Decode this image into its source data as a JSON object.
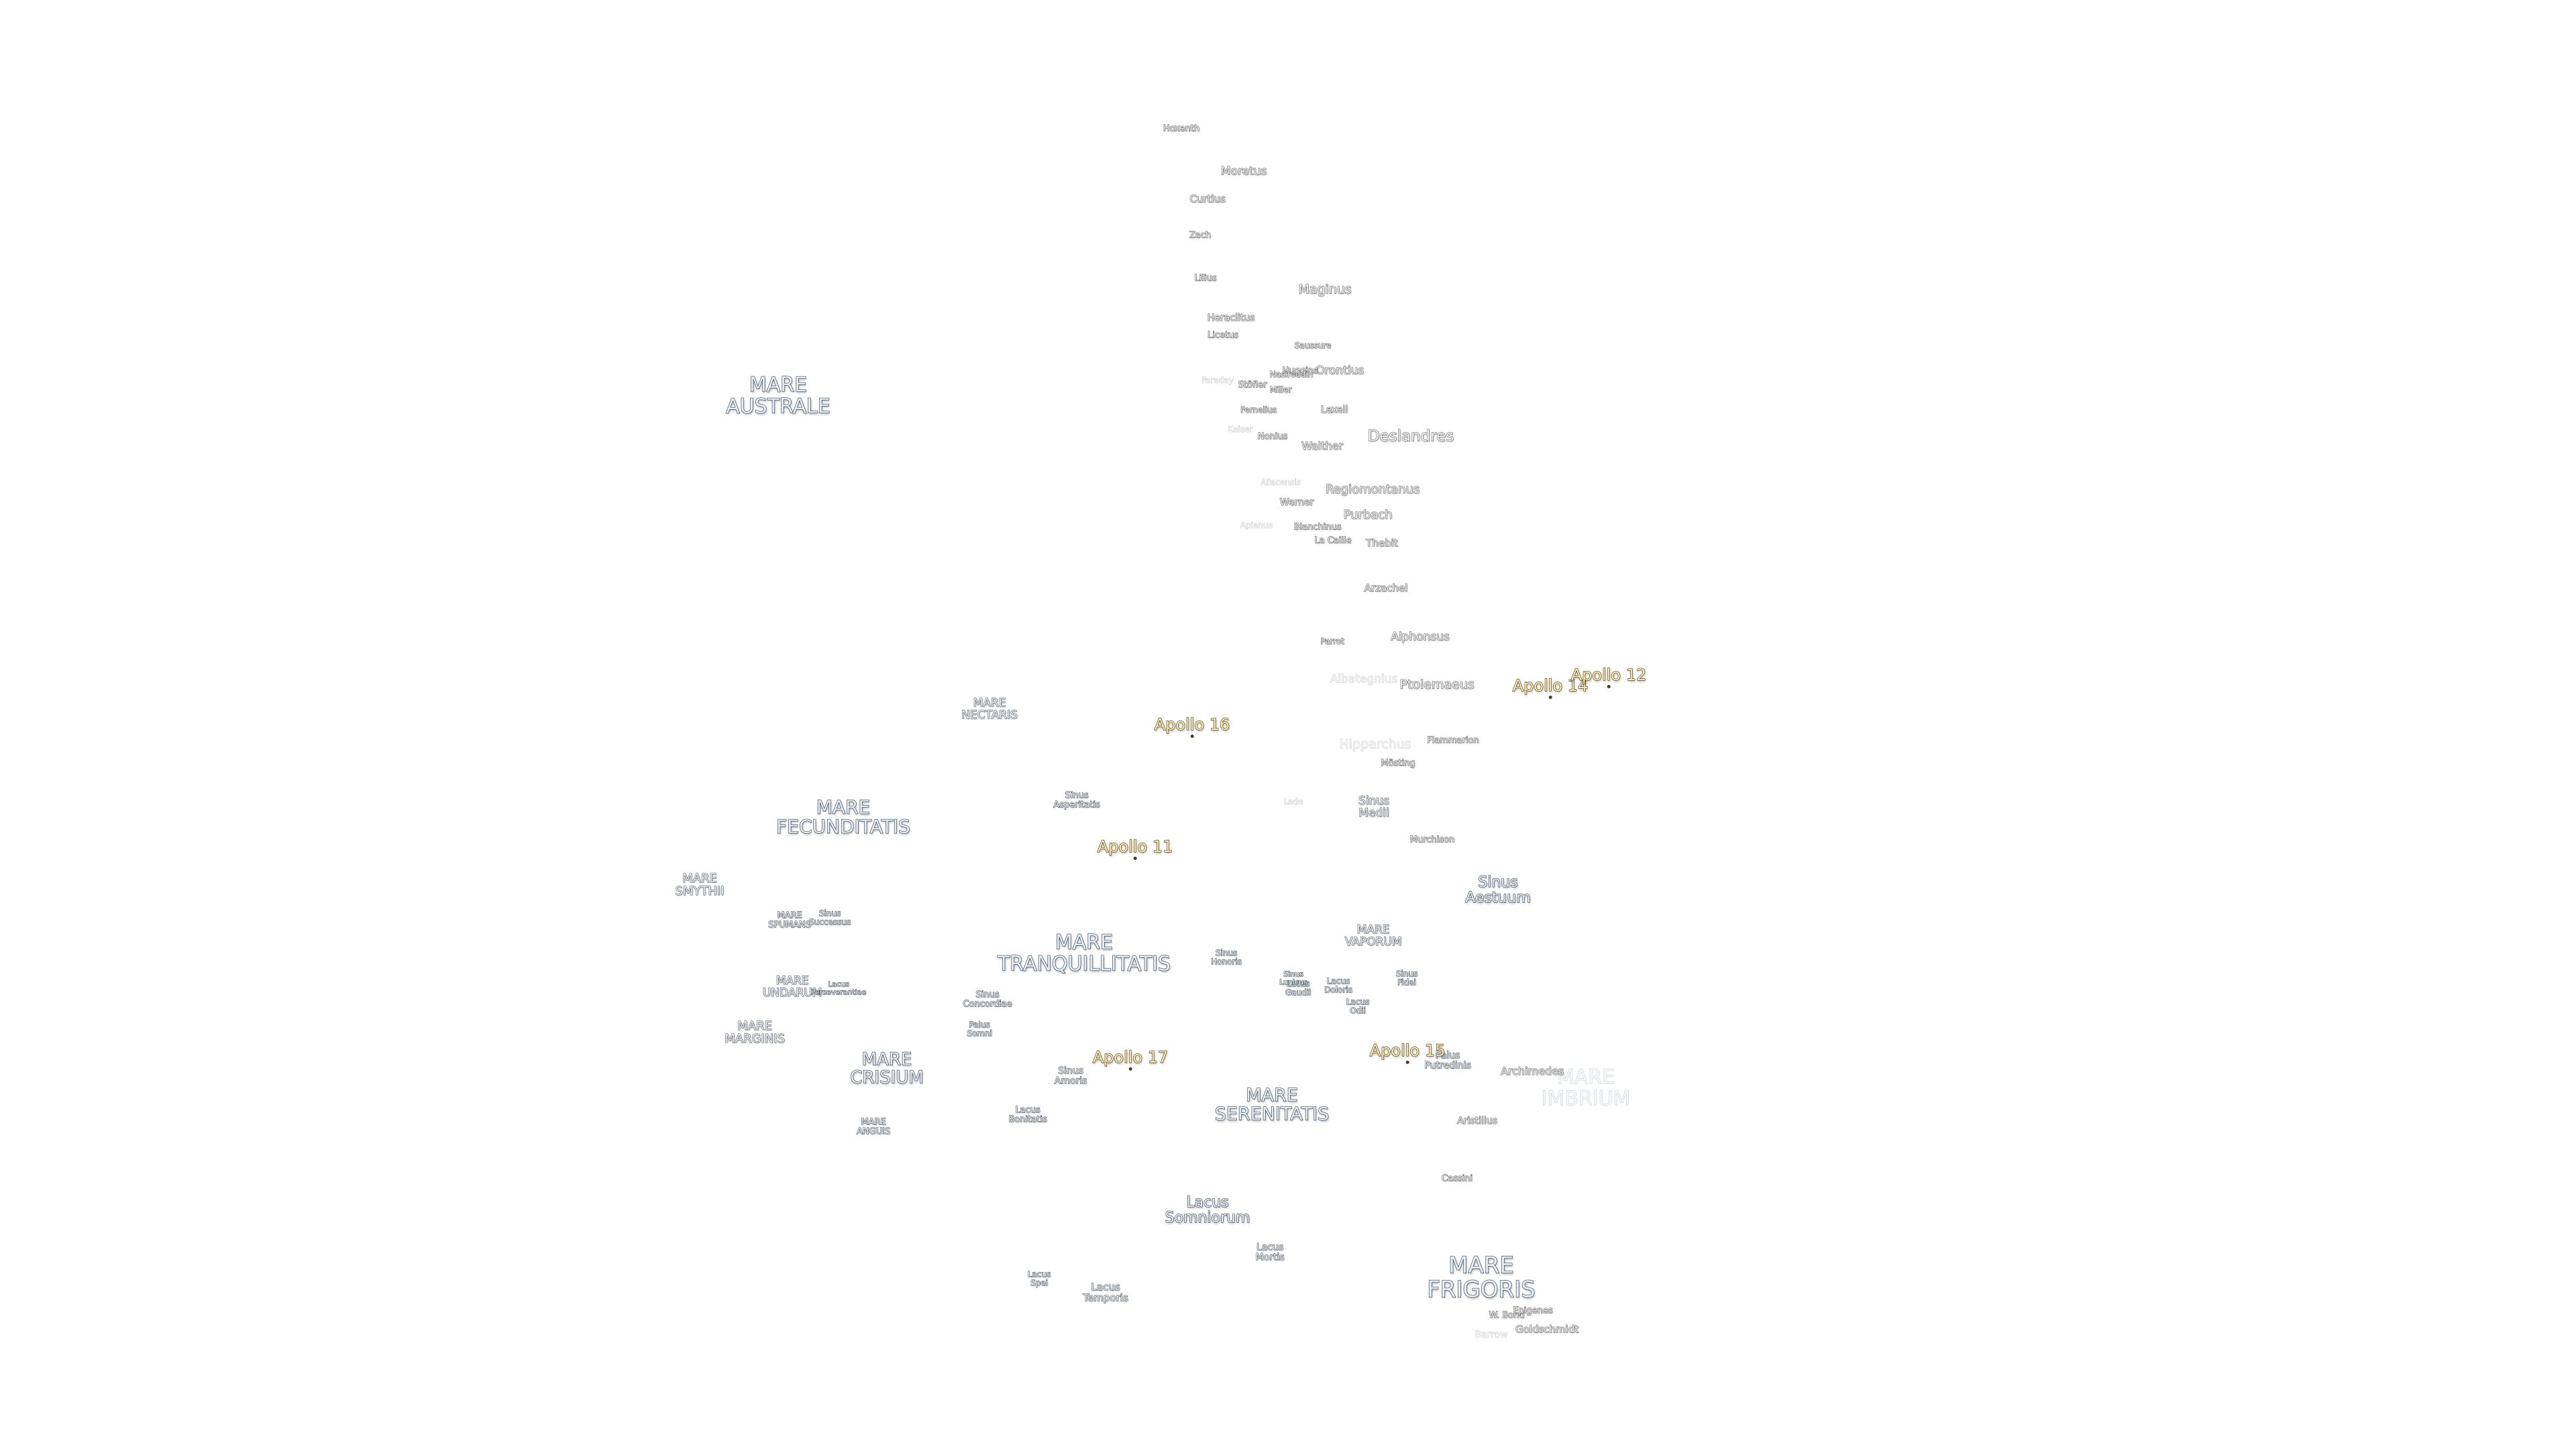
{
  "labels": [
    {
      "text": "MARE\nAUSTRALE",
      "kind": "mare"
    },
    {
      "text": "MARE\nNECTARIS",
      "kind": "small"
    },
    {
      "text": "MARE\nFECUNDITATIS",
      "kind": "mare"
    },
    {
      "text": "MARE\nSMYTHII",
      "kind": "small"
    },
    {
      "text": "MARE\nSPUMANS",
      "kind": "small"
    },
    {
      "text": "Sinus\nSuccessus",
      "kind": "small"
    },
    {
      "text": "MARE\nUNDARUM",
      "kind": "small"
    },
    {
      "text": "Lacus\nPerseverantiae",
      "kind": "small"
    },
    {
      "text": "MARE\nMARGINIS",
      "kind": "small"
    },
    {
      "text": "MARE\nCRISIUM",
      "kind": "mare"
    },
    {
      "text": "MARE\nANGUIS",
      "kind": "small"
    },
    {
      "text": "MARE\nTRANQUILLITATIS",
      "kind": "mare"
    },
    {
      "text": "Sinus\nAsperitatis",
      "kind": "small"
    },
    {
      "text": "Sinus\nConcordiae",
      "kind": "small"
    },
    {
      "text": "Palus\nSomni",
      "kind": "small"
    },
    {
      "text": "Sinus\nAmoris",
      "kind": "small"
    },
    {
      "text": "Lacus\nBonitatis",
      "kind": "small"
    },
    {
      "text": "MARE\nSERENITATIS",
      "kind": "mare"
    },
    {
      "text": "Sinus\nHonoris",
      "kind": "small"
    },
    {
      "text": "Lacus\nMortis",
      "kind": "small"
    },
    {
      "text": "Lacus\nSomniorum",
      "kind": "mare"
    },
    {
      "text": "Lacus\nSpei",
      "kind": "small"
    },
    {
      "text": "Lacus\nTemporis",
      "kind": "small"
    },
    {
      "text": "MARE\nVAPORUM",
      "kind": "small"
    },
    {
      "text": "Sinus\nMedii",
      "kind": "small"
    },
    {
      "text": "Sinus\nAestuum",
      "kind": "mare"
    },
    {
      "text": "Lacus\nDoloris",
      "kind": "small"
    },
    {
      "text": "Sinus\nFidei",
      "kind": "small"
    },
    {
      "text": "Lacus\nOdii",
      "kind": "small"
    },
    {
      "text": "Lacus\nGaudii",
      "kind": "small"
    },
    {
      "text": "Palus\nPutredinis",
      "kind": "small"
    },
    {
      "text": "Sinus\nLunicus",
      "kind": "small"
    },
    {
      "text": "MARE\nIMBRIUM",
      "kind": "mare-faded"
    },
    {
      "text": "MARE\nFRIGORIS",
      "kind": "mare"
    },
    {
      "text": "Apollo 16",
      "kind": "apollo"
    },
    {
      "text": "Apollo 11",
      "kind": "apollo"
    },
    {
      "text": "Apollo 17",
      "kind": "apollo"
    },
    {
      "text": "Apollo 15",
      "kind": "apollo"
    },
    {
      "text": "Apollo 14",
      "kind": "apollo"
    },
    {
      "text": "Apollo 12",
      "kind": "apollo"
    },
    {
      "text": "Hoxenth",
      "kind": "crater"
    },
    {
      "text": "Moretus",
      "kind": "crater"
    },
    {
      "text": "Curtius",
      "kind": "crater"
    },
    {
      "text": "Zach",
      "kind": "crater"
    },
    {
      "text": "Lilius",
      "kind": "crater"
    },
    {
      "text": "Heraclitus",
      "kind": "crater"
    },
    {
      "text": "Licetus",
      "kind": "crater"
    },
    {
      "text": "Maginus",
      "kind": "crater"
    },
    {
      "text": "Saussure",
      "kind": "crater"
    },
    {
      "text": "Orontius",
      "kind": "crater"
    },
    {
      "text": "Huggins",
      "kind": "crater"
    },
    {
      "text": "Nasireddin",
      "kind": "crater"
    },
    {
      "text": "Stöfler",
      "kind": "crater"
    },
    {
      "text": "Miller",
      "kind": "crater"
    },
    {
      "text": "Faraday",
      "kind": "crater-faded"
    },
    {
      "text": "Fernelius",
      "kind": "crater"
    },
    {
      "text": "Lexell",
      "kind": "crater"
    },
    {
      "text": "Deslandres",
      "kind": "crater"
    },
    {
      "text": "Walther",
      "kind": "crater"
    },
    {
      "text": "Nonius",
      "kind": "crater"
    },
    {
      "text": "Kaiser",
      "kind": "crater-faded"
    },
    {
      "text": "Aliacensis",
      "kind": "crater-faded"
    },
    {
      "text": "Regiomontanus",
      "kind": "crater"
    },
    {
      "text": "Werner",
      "kind": "crater"
    },
    {
      "text": "Purbach",
      "kind": "crater"
    },
    {
      "text": "Apianus",
      "kind": "crater-faded"
    },
    {
      "text": "Blanchinus",
      "kind": "crater"
    },
    {
      "text": "La Caille",
      "kind": "crater"
    },
    {
      "text": "Thebit",
      "kind": "crater"
    },
    {
      "text": "Arzachel",
      "kind": "crater"
    },
    {
      "text": "Parrot",
      "kind": "crater"
    },
    {
      "text": "Alphonsus",
      "kind": "crater"
    },
    {
      "text": "Albategnius",
      "kind": "crater-faded"
    },
    {
      "text": "Ptolemaeus",
      "kind": "crater"
    },
    {
      "text": "Hipparchus",
      "kind": "crater-faded"
    },
    {
      "text": "Flammarion",
      "kind": "crater"
    },
    {
      "text": "Mösting",
      "kind": "crater"
    },
    {
      "text": "Lade",
      "kind": "crater-faded"
    },
    {
      "text": "Murchison",
      "kind": "crater"
    },
    {
      "text": "Archimedes",
      "kind": "crater"
    },
    {
      "text": "Aristillus",
      "kind": "crater"
    },
    {
      "text": "Cassini",
      "kind": "crater"
    },
    {
      "text": "W. Bond",
      "kind": "crater"
    },
    {
      "text": "Epigenes",
      "kind": "crater"
    },
    {
      "text": "Goldschmidt",
      "kind": "crater"
    },
    {
      "text": "Barrow",
      "kind": "crater-faded"
    }
  ]
}
